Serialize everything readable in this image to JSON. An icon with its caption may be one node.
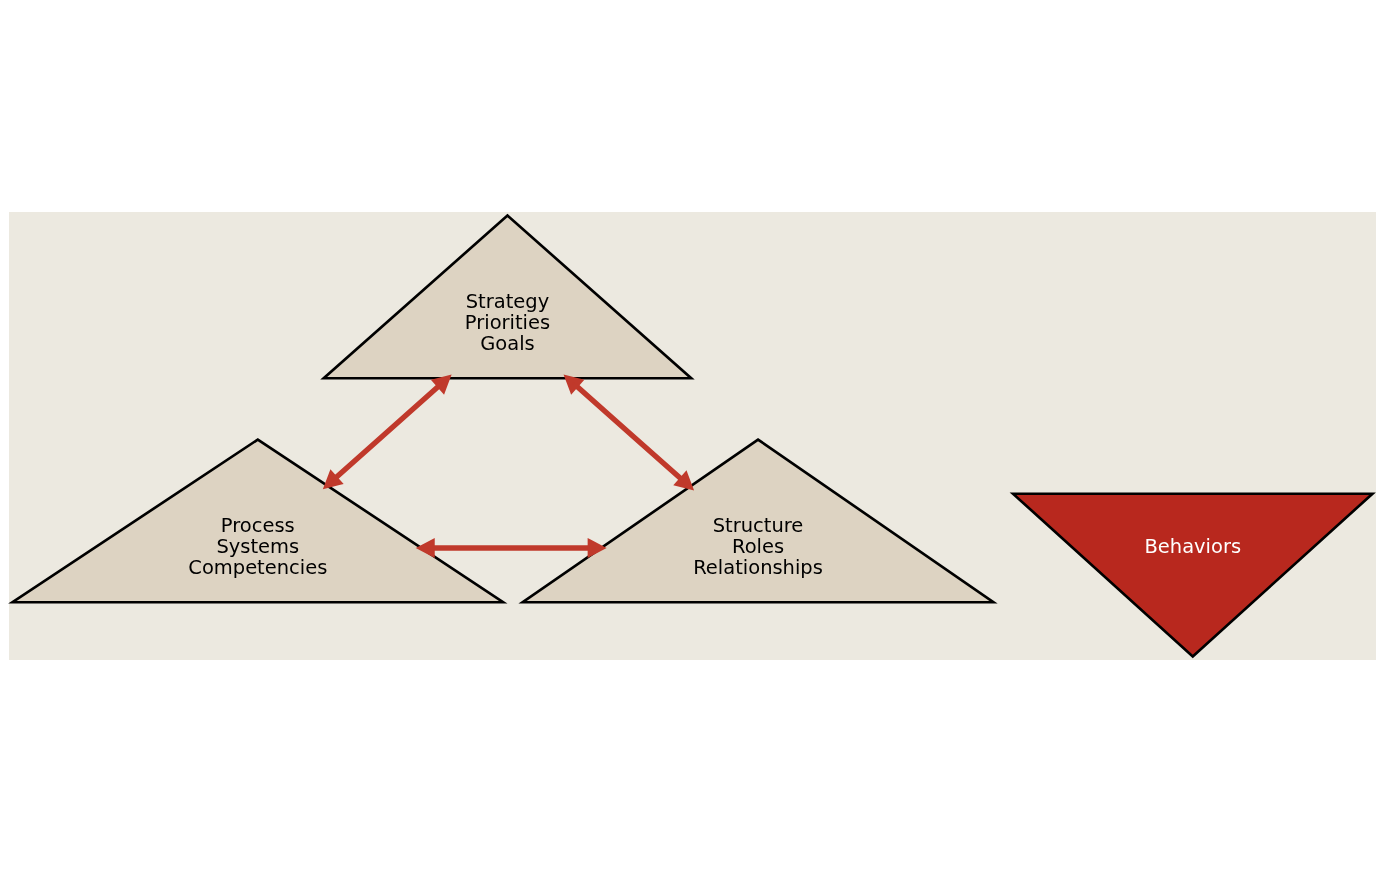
{
  "diagram": {
    "nodes": [
      {
        "text": [
          "Strategy",
          "Priorities",
          "Goals"
        ]
      },
      {
        "text": [
          "Process",
          "Systems",
          "Competencies"
        ]
      },
      {
        "text": [
          "Behaviors"
        ]
      },
      {
        "text": [
          "Structure",
          "Roles",
          "Relationships"
        ]
      }
    ],
    "edges": [
      {
        "from": 0,
        "to": 1,
        "arrow": "both"
      },
      {
        "from": 0,
        "to": 3,
        "arrow": "both"
      },
      {
        "from": 1,
        "to": 3,
        "arrow": "both"
      }
    ]
  }
}
